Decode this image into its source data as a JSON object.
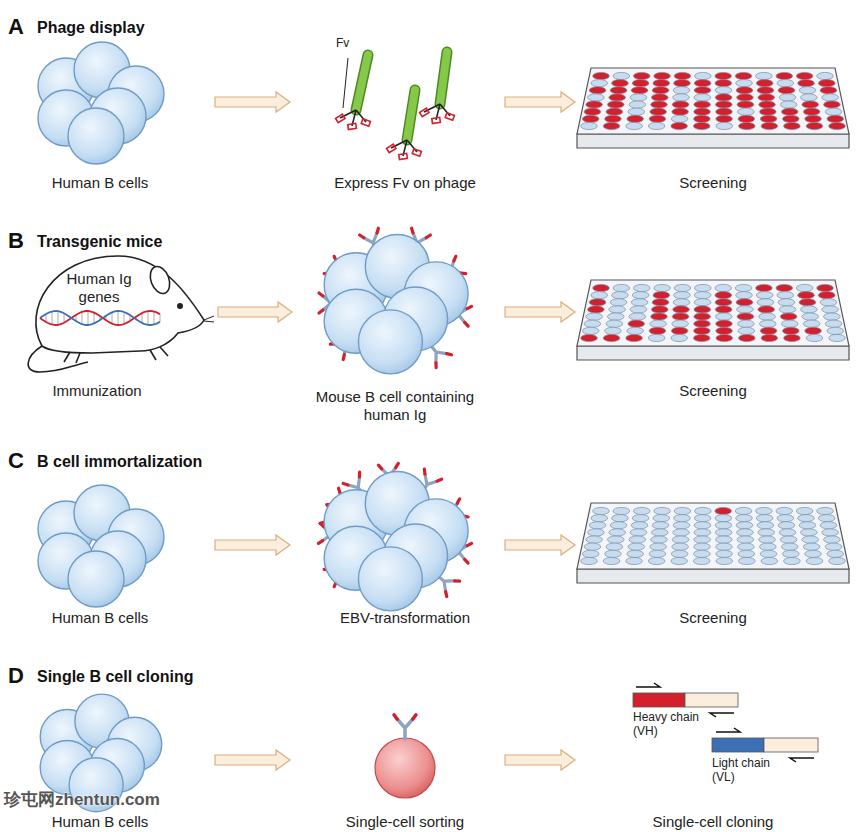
{
  "diagram": {
    "labels": [
      "A",
      "Phage display",
      "Human B cells",
      "Fv",
      "Express Fv on phage",
      "Screening",
      "B",
      "Transgenic mice",
      "Human Ig genes",
      "Immunization",
      "Mouse B cell containing human Ig",
      "Screening",
      "C",
      "B cell immortalization",
      "Human B cells",
      "EBV-transformation",
      "Screening",
      "D",
      "Single B cell cloning",
      "Human B cells",
      "Single-cell sorting",
      "Heavy chain (VH)",
      "Light chain (VL)",
      "Single-cell cloning",
      "珍屯网zhentun.com"
    ]
  }
}
